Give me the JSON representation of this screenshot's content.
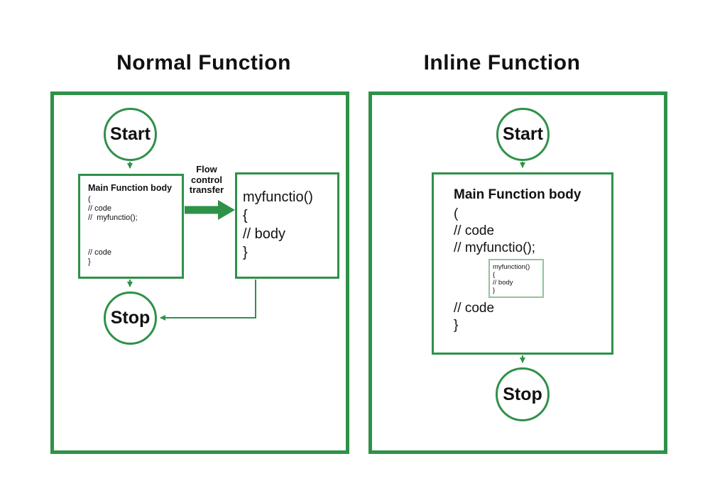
{
  "colors": {
    "green": "#2E9148",
    "green_light": "#90C49D",
    "text": "#111111"
  },
  "left": {
    "title": "Normal Function",
    "start": "Start",
    "stop": "Stop",
    "flow_lines": [
      "Flow",
      "control",
      "transfer"
    ],
    "main_box": {
      "heading": "Main Function body",
      "code_top": [
        "(",
        "// code",
        "//  myfunctio();"
      ],
      "code_bottom": [
        "// code",
        "}"
      ]
    },
    "func_box": {
      "lines": [
        "myfunctio()",
        "{",
        "// body",
        "}"
      ]
    }
  },
  "right": {
    "title": "Inline Function",
    "start": "Start",
    "stop": "Stop",
    "main_box": {
      "heading": "Main Function body",
      "code_top": [
        "(",
        "// code",
        "// myfunctio();"
      ],
      "code_bottom": [
        "// code",
        "}"
      ]
    },
    "inline_box": {
      "lines": [
        "myfunction()",
        "{",
        "// body",
        "}"
      ]
    }
  }
}
